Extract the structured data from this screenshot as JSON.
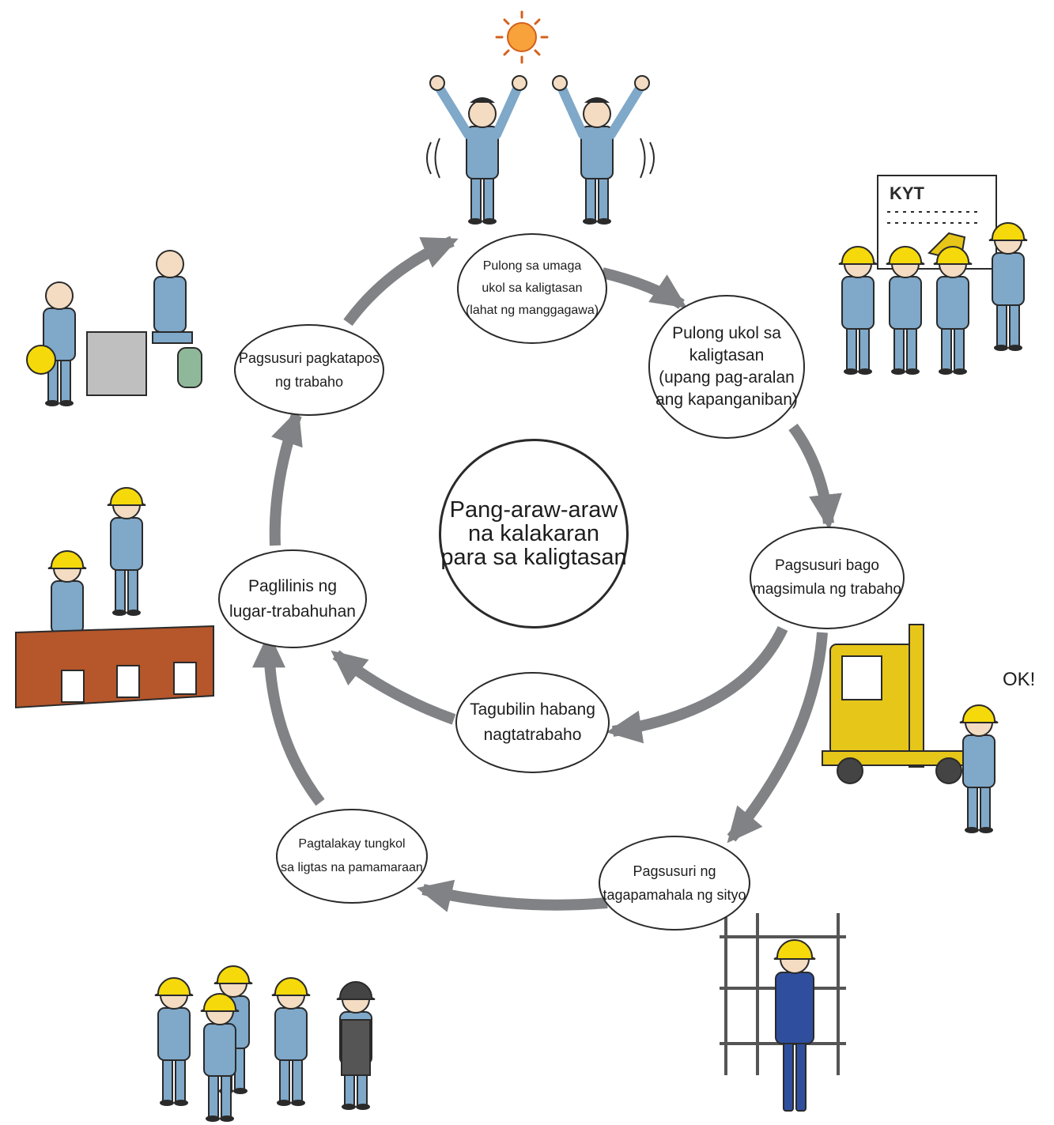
{
  "center": {
    "lines": [
      "Pang-araw-araw",
      "na kalakaran",
      "para sa kaligtasan"
    ]
  },
  "steps": [
    {
      "id": "morning-meeting",
      "lines": [
        "Pulong sa umaga",
        "ukol sa kaligtasan",
        "(lahat ng manggagawa)"
      ]
    },
    {
      "id": "kyt-meeting",
      "lines": [
        "Pulong ukol sa",
        "kaligtasan",
        "(upang pag-aralan",
        "ang kapanganiban)"
      ]
    },
    {
      "id": "pre-work-check",
      "lines": [
        "Pagsusuri bago",
        "magsimula ng trabaho"
      ]
    },
    {
      "id": "instruction-during-work",
      "lines": [
        "Tagubilin habang",
        "nagtatrabaho"
      ]
    },
    {
      "id": "site-manager-check",
      "lines": [
        "Pagsusuri ng",
        "tagapamahala ng sityo"
      ]
    },
    {
      "id": "safe-procedure-discussion",
      "lines": [
        "Pagtalakay tungkol",
        "sa ligtas na pamamaraan"
      ]
    },
    {
      "id": "cleaning-workplace",
      "lines": [
        "Paglilinis ng",
        "lugar-trabahuhan"
      ]
    },
    {
      "id": "post-work-check",
      "lines": [
        "Pagsusuri pagkatapos",
        "ng trabaho"
      ]
    }
  ],
  "ok_label": "OK!",
  "colors": {
    "arrow": "#808285",
    "outline": "#2a2a2a",
    "uniform": "#7fa8c9",
    "helmet": "#f5d90a",
    "suit": "#2f4f9e",
    "crane": "#e6c619",
    "bin": "#b5562b"
  },
  "illustrations": [
    {
      "name": "celebrating-workers-illustration",
      "icon": "two-workers-cheering-with-sun"
    },
    {
      "name": "kyt-briefing-illustration",
      "icon": "instructor-with-kyt-board"
    },
    {
      "name": "crane-inspection-illustration",
      "icon": "worker-inspecting-crane"
    },
    {
      "name": "site-manager-illustration",
      "icon": "manager-with-scaffolding"
    },
    {
      "name": "group-discussion-illustration",
      "icon": "group-of-workers"
    },
    {
      "name": "cleaning-illustration",
      "icon": "workers-cleaning-and-sorting-bins"
    },
    {
      "name": "office-review-illustration",
      "icon": "worker-reporting-at-desk"
    }
  ]
}
